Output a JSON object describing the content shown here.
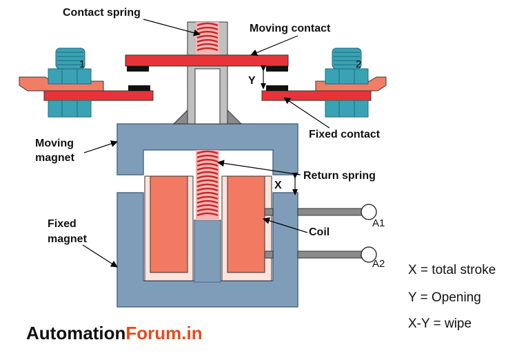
{
  "labels": {
    "contact_spring": "Contact spring",
    "moving_contact": "Moving contact",
    "fixed_contact": "Fixed contact",
    "moving_magnet_line1": "Moving",
    "moving_magnet_line2": "magnet",
    "return_spring": "Return spring",
    "fixed_magnet_line1": "Fixed",
    "fixed_magnet_line2": "magnet",
    "coil": "Coil",
    "x": "X",
    "y": "Y",
    "terminal_left": "1",
    "terminal_right": "2",
    "a1": "A1",
    "a2": "A2"
  },
  "legend": [
    "X = total stroke",
    "Y = Opening",
    "X-Y = wipe"
  ],
  "brand": {
    "part1": "Automation",
    "part2": "Forum.in",
    "color1": "#111111",
    "color2": "#e8491d"
  },
  "colors": {
    "magnet": "#7f9db8",
    "contact_bar": "#e8333a",
    "pad": "#111111",
    "spring": "#c8262c",
    "coil": "#f27a63",
    "terminal_plate": "#f07e67",
    "nut": "#3aa2b4",
    "grey": "#c0c0c0"
  }
}
